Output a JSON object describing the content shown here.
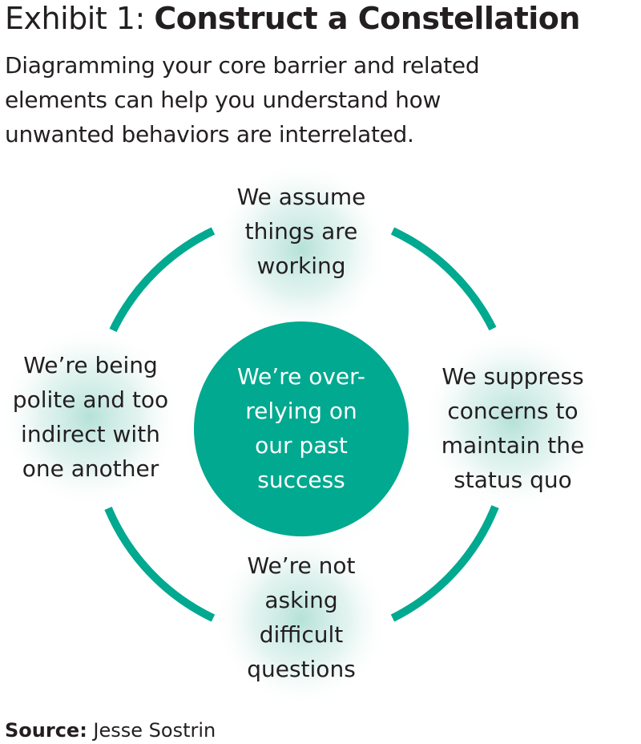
{
  "header": {
    "title_prefix": "Exhibit 1: ",
    "title_main": "Construct a Constellation",
    "subtitle_lines": [
      "Diagramming your core barrier and related",
      "elements can help you understand how",
      "unwanted behaviors are interrelated."
    ]
  },
  "diagram": {
    "accent_color": "#00a98f",
    "glow_color": "#a8dcd1",
    "center": {
      "lines": [
        "We’re over-",
        "relying on",
        "our past",
        "success"
      ]
    },
    "nodes": {
      "top": {
        "lines": [
          "We assume",
          "things are",
          "working"
        ]
      },
      "right": {
        "lines": [
          "We suppress",
          "concerns to",
          "maintain the",
          "status quo"
        ]
      },
      "bottom": {
        "lines": [
          "We’re not",
          "asking",
          "difficult",
          "questions"
        ]
      },
      "left": {
        "lines": [
          "We’re being",
          "polite and too",
          "indirect with",
          "one another"
        ]
      }
    }
  },
  "footer": {
    "source_label": "Source:",
    "source_value": " Jesse Sostrin"
  }
}
